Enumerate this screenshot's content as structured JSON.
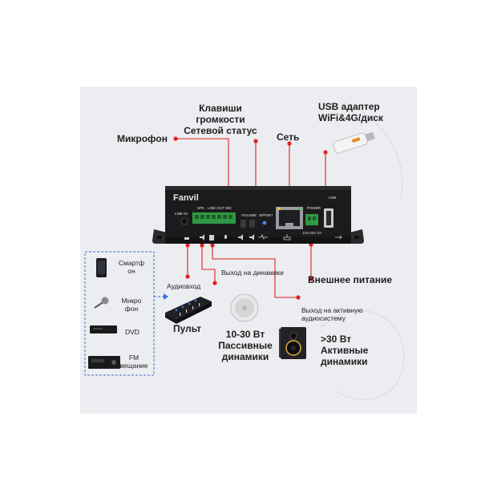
{
  "labels": {
    "keys": "Клавиши\nгромкости\nСетевой статус",
    "usb": "USB адаптер\nWiFi&4G/диск",
    "mic": "Микрофон",
    "network": "Сеть",
    "audio_in": "Аудиовход",
    "spk_out": "Выход на динамики",
    "power_ext": "Внешнее питание",
    "active_out": "Выход на активную\nаудиосистему",
    "mixer": "Пульт",
    "passive": "10-30 Вт\nПассивные\nдинамики",
    "active": ">30 Вт\nАктивные\nдинамики"
  },
  "sources": [
    {
      "label": "Смартф\nон",
      "icon": "smartphone-icon"
    },
    {
      "label": "Микро\nфон",
      "icon": "microphone-icon"
    },
    {
      "label": "DVD",
      "icon": "dvd-player-icon"
    },
    {
      "label": "FM\nвещание",
      "icon": "fm-radio-icon"
    }
  ],
  "device": {
    "brand": "Fanvil",
    "silk": {
      "spk": "SPK",
      "line_out": "LINE OUT",
      "mic": "MIC",
      "line_in": "LINE IN",
      "volume": "VOLUME",
      "sip_net": "SIP/NET",
      "power": "POWER",
      "usb": "USB",
      "rating": "12V-24V 2A"
    }
  },
  "colors": {
    "accent": "#e02020",
    "dashed_box": "#3a6fd8",
    "panel_bg": "#ecedf0",
    "device": "#1b1b1d",
    "terminal": "#2f9a43"
  }
}
